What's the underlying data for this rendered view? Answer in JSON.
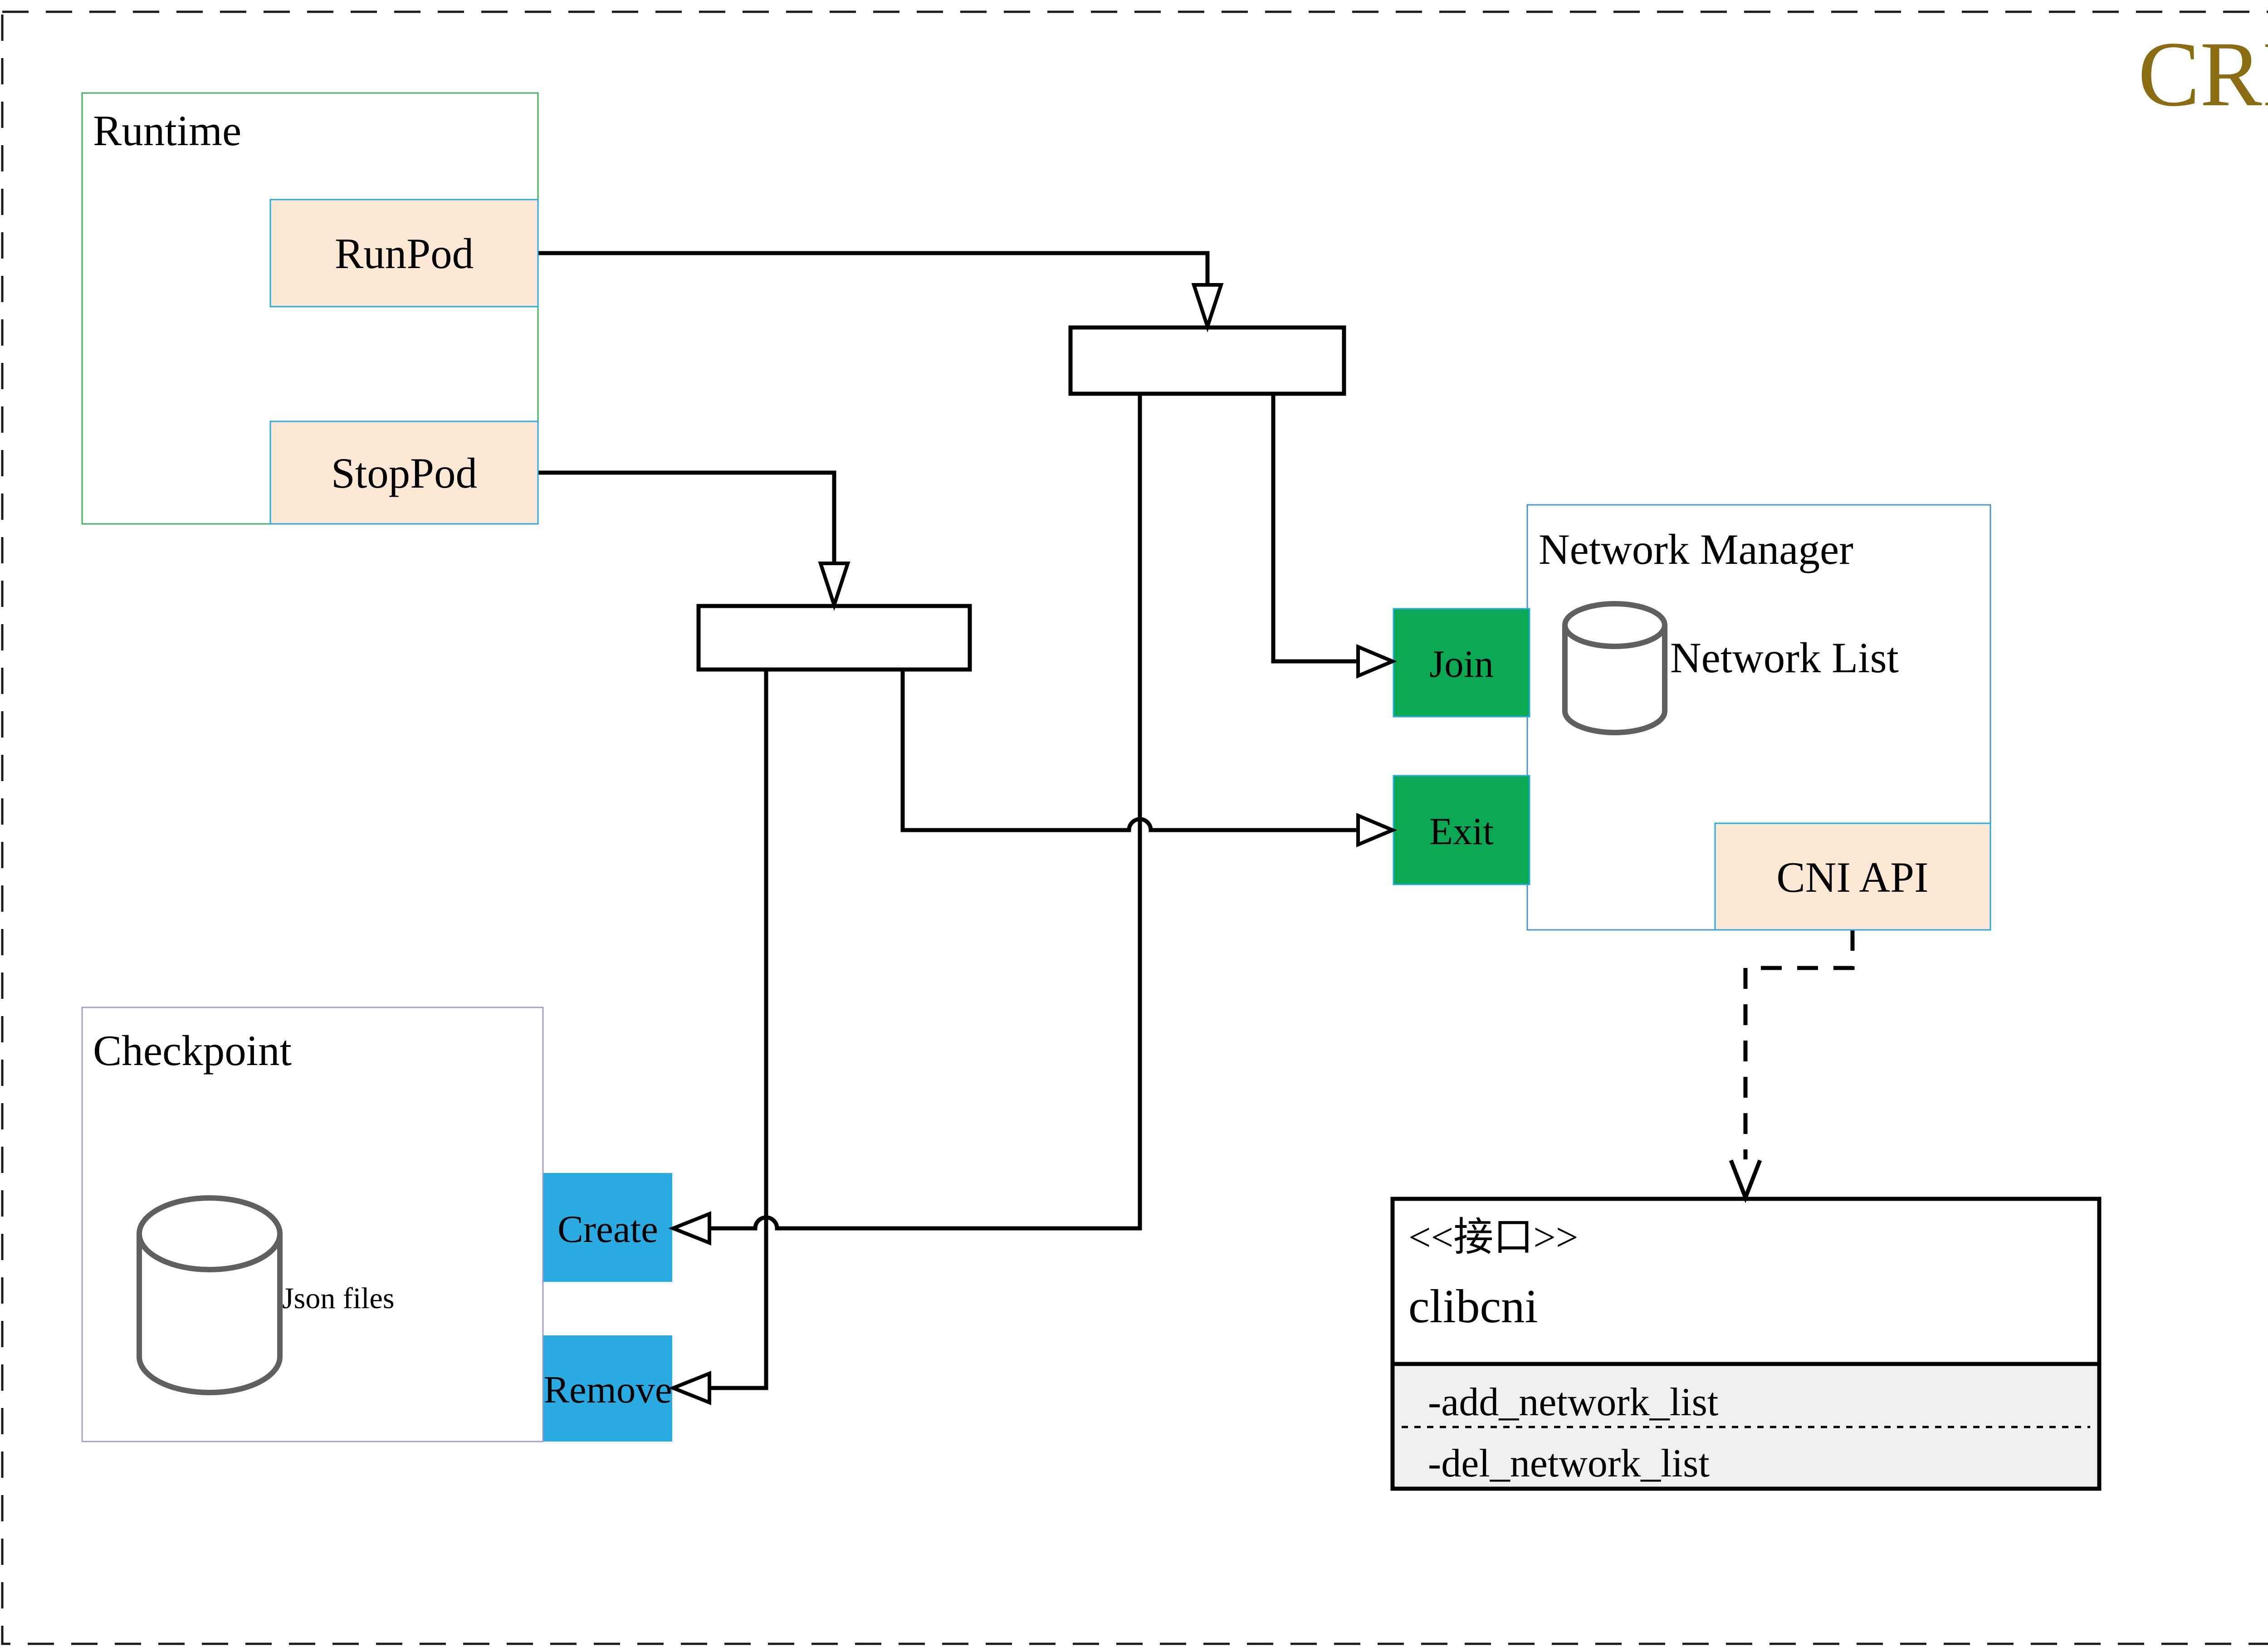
{
  "header": {
    "title": "CRI",
    "title_color": "#8a6d12"
  },
  "runtime": {
    "label": "Runtime",
    "buttons": [
      {
        "label": "RunPod"
      },
      {
        "label": "StopPod"
      }
    ]
  },
  "network_manager": {
    "label": "Network Manager",
    "datastore_label": "Network List",
    "cni_api_label": "CNI API",
    "actions": [
      {
        "label": "Join"
      },
      {
        "label": "Exit"
      }
    ]
  },
  "checkpoint": {
    "label": "Checkpoint",
    "datastore_label": "Json files",
    "actions": [
      {
        "label": "Create"
      },
      {
        "label": "Remove"
      }
    ]
  },
  "interface": {
    "stereotype": "<<接口>>",
    "name": "clibcni",
    "methods": [
      "-add_network_list",
      "-del_network_list"
    ]
  },
  "colors": {
    "title_gold": "#8a6d12",
    "runtime_border_green": "#3cb45c",
    "network_manager_border_blue": "#4a93cc",
    "checkpoint_border_purple": "#a79dc8",
    "pod_fill_peach": "#fce8d5",
    "accent_cyan_border": "#29abe2",
    "action_green": "#0ba853",
    "action_blue": "#29abe2",
    "interface_section_gray": "#f0f0f0",
    "cylinder_gray": "#5f5f5f",
    "line_black": "#000000"
  }
}
